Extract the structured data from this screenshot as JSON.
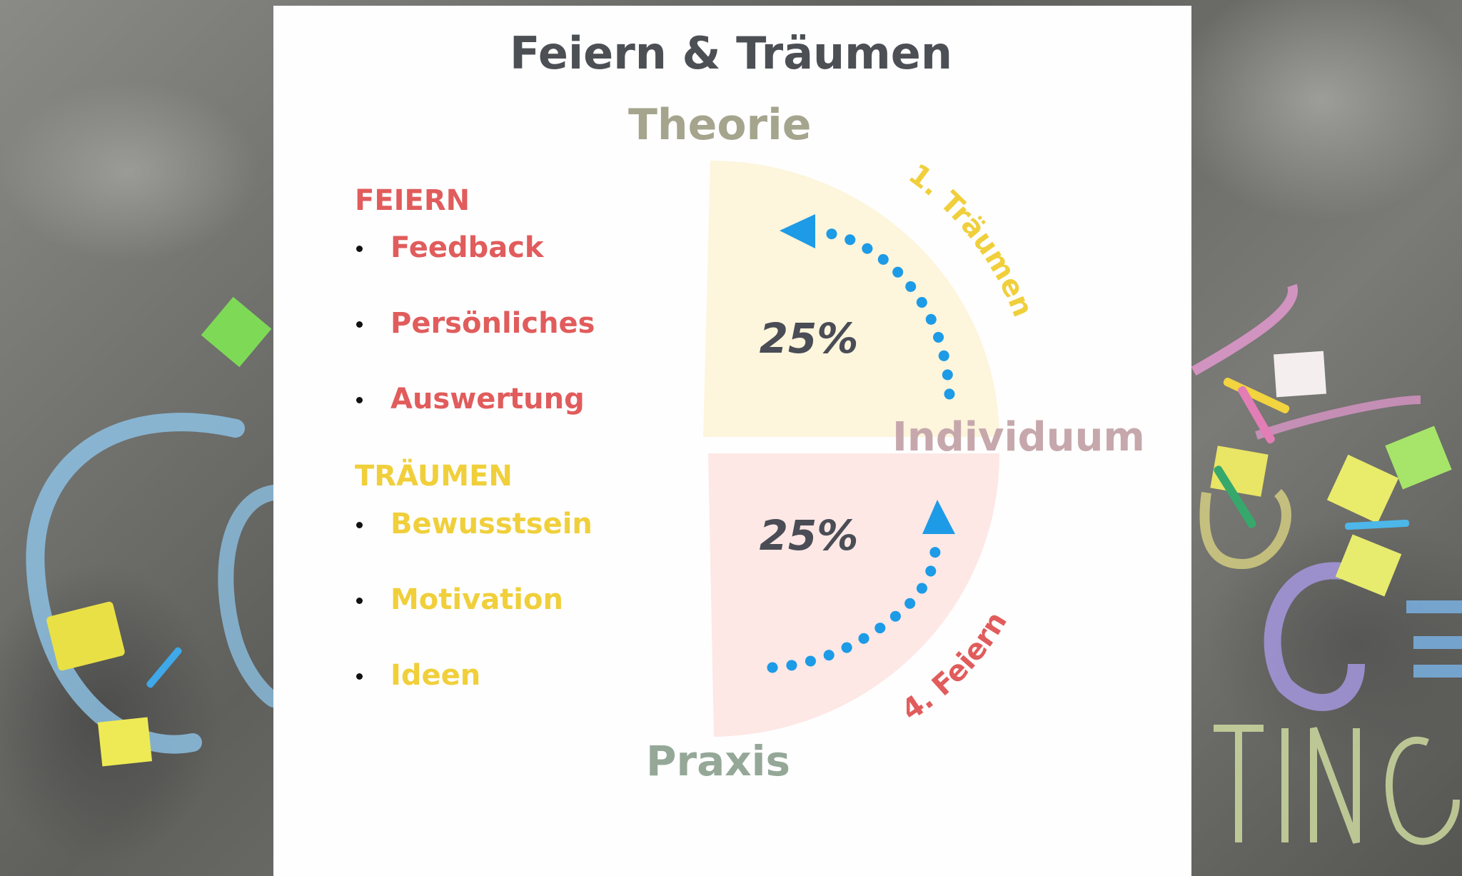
{
  "title": "Feiern & Träumen",
  "axis_labels": {
    "top": "Theorie",
    "bottom": "Praxis",
    "right": "Individuum"
  },
  "sections": [
    {
      "heading": "FEIERN",
      "color": "#e15c5c",
      "items": [
        "Feedback",
        "Persönliches",
        "Auswertung"
      ]
    },
    {
      "heading": "TRÄUMEN",
      "color": "#f0cf3b",
      "items": [
        "Bewusstsein",
        "Motivation",
        "Ideen"
      ]
    }
  ],
  "quadrants": [
    {
      "value": "25%",
      "fill": "#fdf5dc",
      "arc_label": "1. Träumen",
      "arc_label_color": "#f0cf3b",
      "arrow": "counter-clockwise"
    },
    {
      "value": "25%",
      "fill": "#fde8e6",
      "arc_label": "4. Feiern",
      "arc_label_color": "#e15c5c",
      "arrow": "counter-clockwise"
    }
  ],
  "colors": {
    "arrow": "#1d9be6",
    "title": "#4c4f54"
  }
}
